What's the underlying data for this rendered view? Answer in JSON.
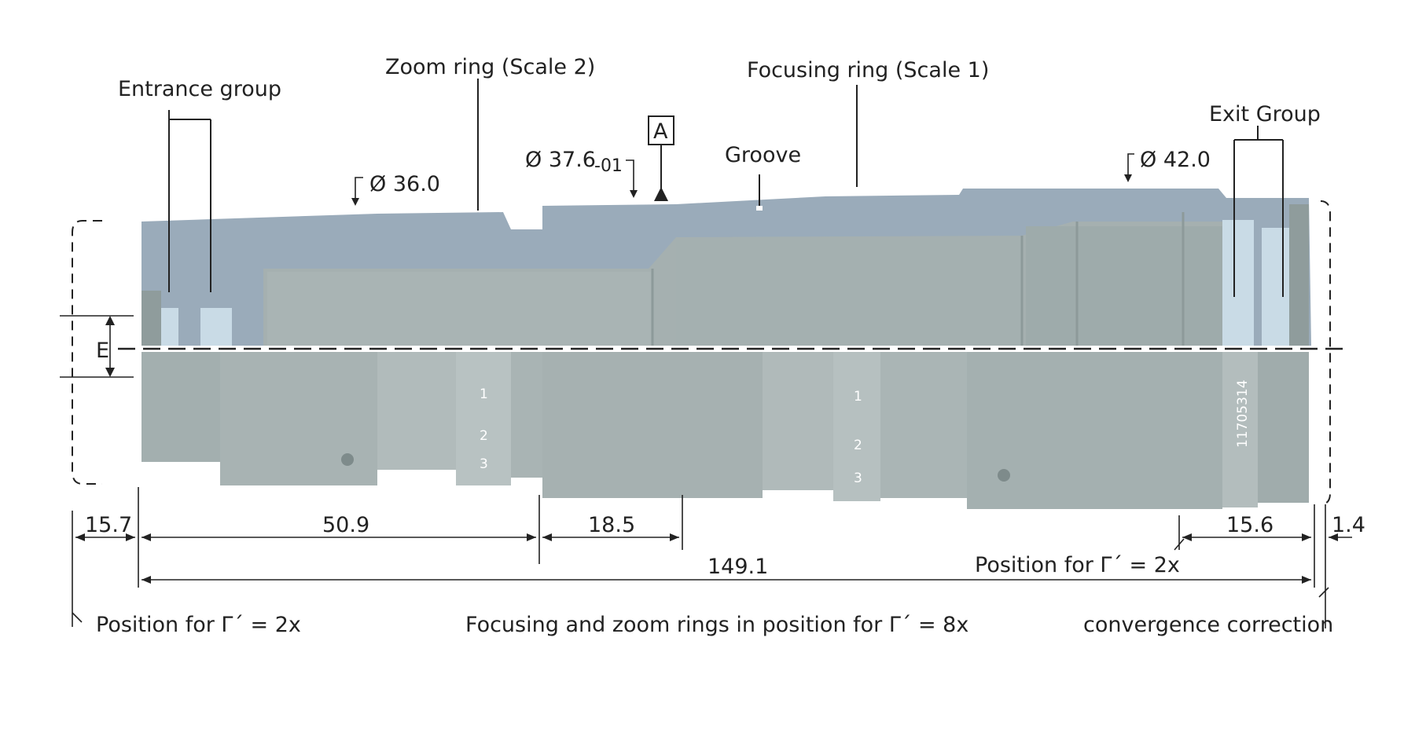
{
  "labels": {
    "entrance_group": "Entrance group",
    "zoom_ring": "Zoom ring (Scale 2)",
    "focusing_ring": "Focusing ring (Scale 1)",
    "exit_group": "Exit Group",
    "groove": "Groove",
    "datum_a": "A",
    "dia_36": "Ø 36.0",
    "dia_37_main": "Ø 37.6",
    "dia_37_tol": "-01",
    "dia_42": "Ø 42.0",
    "e_label": "E",
    "serial": "11705314"
  },
  "dimensions": {
    "d_15_7": "15.7",
    "d_50_9": "50.9",
    "d_18_5": "18.5",
    "d_15_6": "15.6",
    "d_1_4": "1.4",
    "d_149_1": "149.1"
  },
  "notes": {
    "pos_left": "Position for Γ´ = 2x",
    "pos_right": "Position for Γ´ = 2x",
    "rings_note": "Focusing and zoom rings in position for Γ´ = 8x",
    "convergence": "convergence correction"
  },
  "scales": {
    "zoom_ticks": [
      "1",
      "2",
      "3"
    ],
    "focus_ticks": [
      "1",
      "2",
      "3"
    ]
  },
  "colors": {
    "section_top": "#9aabba",
    "section_dark": "#7f95a6",
    "body_gray": "#a3afaf",
    "body_light": "#b4bebe",
    "body_dark": "#8f9c9c",
    "glass": "#c9dbe6"
  }
}
